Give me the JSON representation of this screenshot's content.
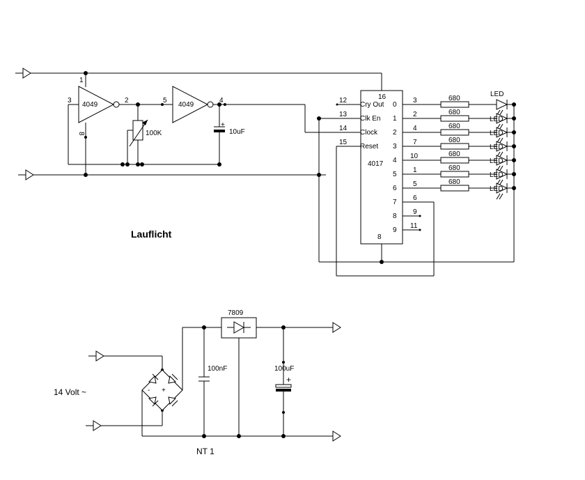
{
  "title": "Lauflicht",
  "power_title": "NT 1",
  "input_voltage": "14 Volt ~",
  "inverter_label": "4049",
  "inverter_pins": {
    "u1_in": "3",
    "u1_out": "2",
    "u1_vdd": "1",
    "u1_vss": "8",
    "u2_in": "5",
    "u2_out": "4"
  },
  "pot_label": "100K",
  "cap_timing": "10uF",
  "counter": {
    "label": "4017",
    "pin_vdd": "16",
    "pin_vss": "8",
    "left_pins": [
      {
        "num": "12",
        "name": "Cry Out"
      },
      {
        "num": "13",
        "name": "Clk En"
      },
      {
        "num": "14",
        "name": "Clock"
      },
      {
        "num": "15",
        "name": "Reset"
      }
    ],
    "outputs": [
      {
        "q": "0",
        "pin": "3"
      },
      {
        "q": "1",
        "pin": "2"
      },
      {
        "q": "2",
        "pin": "4"
      },
      {
        "q": "3",
        "pin": "7"
      },
      {
        "q": "4",
        "pin": "10"
      },
      {
        "q": "5",
        "pin": "1"
      },
      {
        "q": "6",
        "pin": "5"
      },
      {
        "q": "7",
        "pin": "6"
      },
      {
        "q": "8",
        "pin": "9"
      },
      {
        "q": "9",
        "pin": "11"
      }
    ]
  },
  "resistor_label": "680",
  "led_label": "LED",
  "regulator_label": "7809",
  "cap_100nf": "100nF",
  "cap_100uf": "100uF",
  "bridge_minus": "-",
  "bridge_plus": "+",
  "polarity_plus": "+"
}
